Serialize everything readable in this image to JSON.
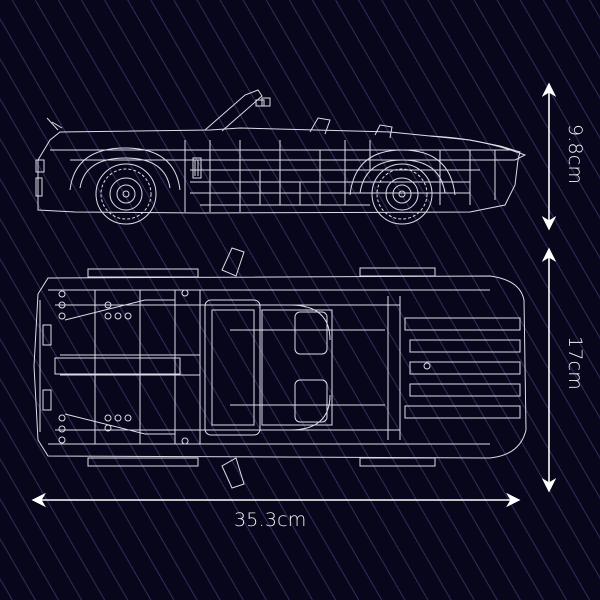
{
  "diagram": {
    "subject": "brick-built convertible sports car blueprint",
    "views": [
      {
        "name": "side-view",
        "label": ""
      },
      {
        "name": "top-view",
        "label": ""
      }
    ],
    "dimensions": {
      "side_height": "9.8cm",
      "top_width": "17cm",
      "length": "35.3cm"
    },
    "colors": {
      "background": "#07061a",
      "stripe": "#2a2850",
      "line": "#e8e8f0",
      "text": "#f2f2f2"
    }
  }
}
